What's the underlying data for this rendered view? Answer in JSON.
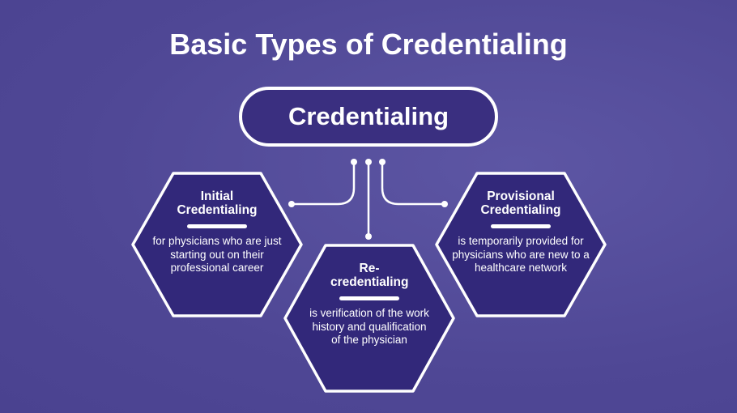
{
  "title": "Basic Types of Credentialing",
  "center_label": "Credentialing",
  "types": [
    {
      "heading": "Initial Credentialing",
      "description": "for physicians who are just starting out on their professional career"
    },
    {
      "heading": "Re-credentialing",
      "description": "is verification of the work history and qualification of the physician"
    },
    {
      "heading": "Provisional Credentialing",
      "description": "is temporarily provided for physicians who are new to a healthcare network"
    }
  ],
  "colors": {
    "background": "#544c9c",
    "hex_fill": "#32287a",
    "line": "#ffffff"
  }
}
